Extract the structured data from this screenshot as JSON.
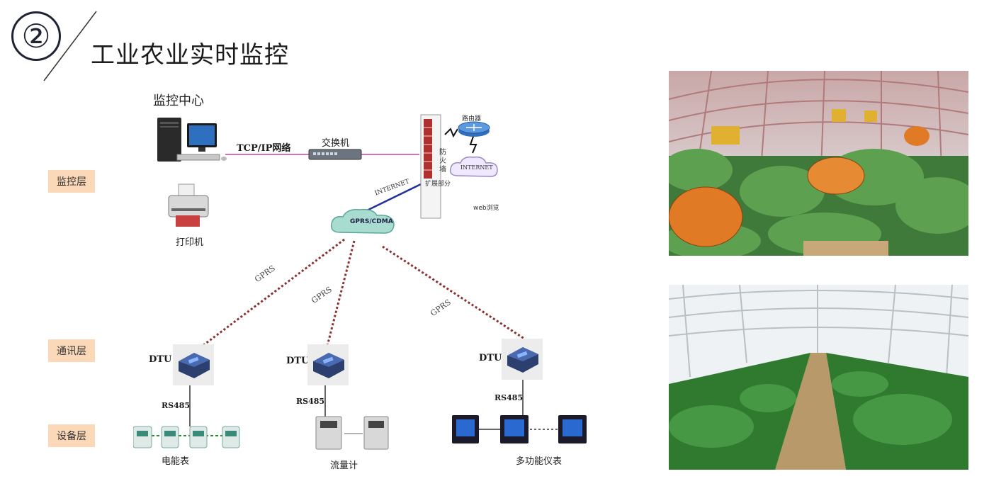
{
  "header": {
    "number": "②",
    "title": "工业农业实时监控"
  },
  "layers": {
    "monitor": "监控层",
    "comm": "通讯层",
    "device": "设备层"
  },
  "diagram": {
    "monitor_center": "监控中心",
    "tcpip": "TCP/IP网络",
    "switch": "交换机",
    "printer": "打印机",
    "router": "路由器",
    "firewall": "防火墙",
    "internet_cloud": "INTERNET",
    "internet_line": "INTERNET",
    "expand": "扩展部分",
    "web": "web浏览",
    "gprs_cdma": "GPRS/CDMA",
    "gprs1": "GPRS",
    "gprs2": "GPRS",
    "gprs3": "GPRS",
    "dtu1": "DTU",
    "dtu2": "DTU",
    "dtu3": "DTU",
    "rs485_1": "RS485",
    "rs485_2": "RS485",
    "rs485_3": "RS485",
    "meter": "电能表",
    "flow": "流量计",
    "multi": "多功能仪表"
  },
  "colors": {
    "layer_bg": "#fbd8b8",
    "network_line": "#d070c0",
    "gprs_line": "#8a3030",
    "internet_line": "#2030a0"
  }
}
